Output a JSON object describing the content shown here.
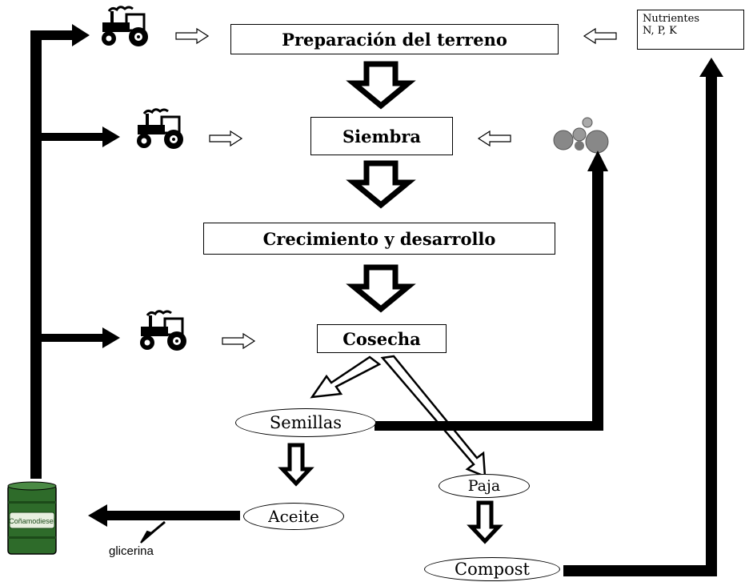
{
  "steps": {
    "preparacion": "Preparación del terreno",
    "siembra": "Siembra",
    "crecimiento": "Crecimiento y desarrollo",
    "cosecha": "Cosecha"
  },
  "nutrients": {
    "line1": "Nutrientes",
    "line2": "N, P, K"
  },
  "products": {
    "semillas": "Semillas",
    "paja": "Paja",
    "aceite": "Aceite",
    "compost": "Compost"
  },
  "barrel_label": "Coñamodiesel",
  "glicerina": "glicerina",
  "icons": [
    "tractor-icon",
    "seeds-icon",
    "barrel-icon"
  ]
}
